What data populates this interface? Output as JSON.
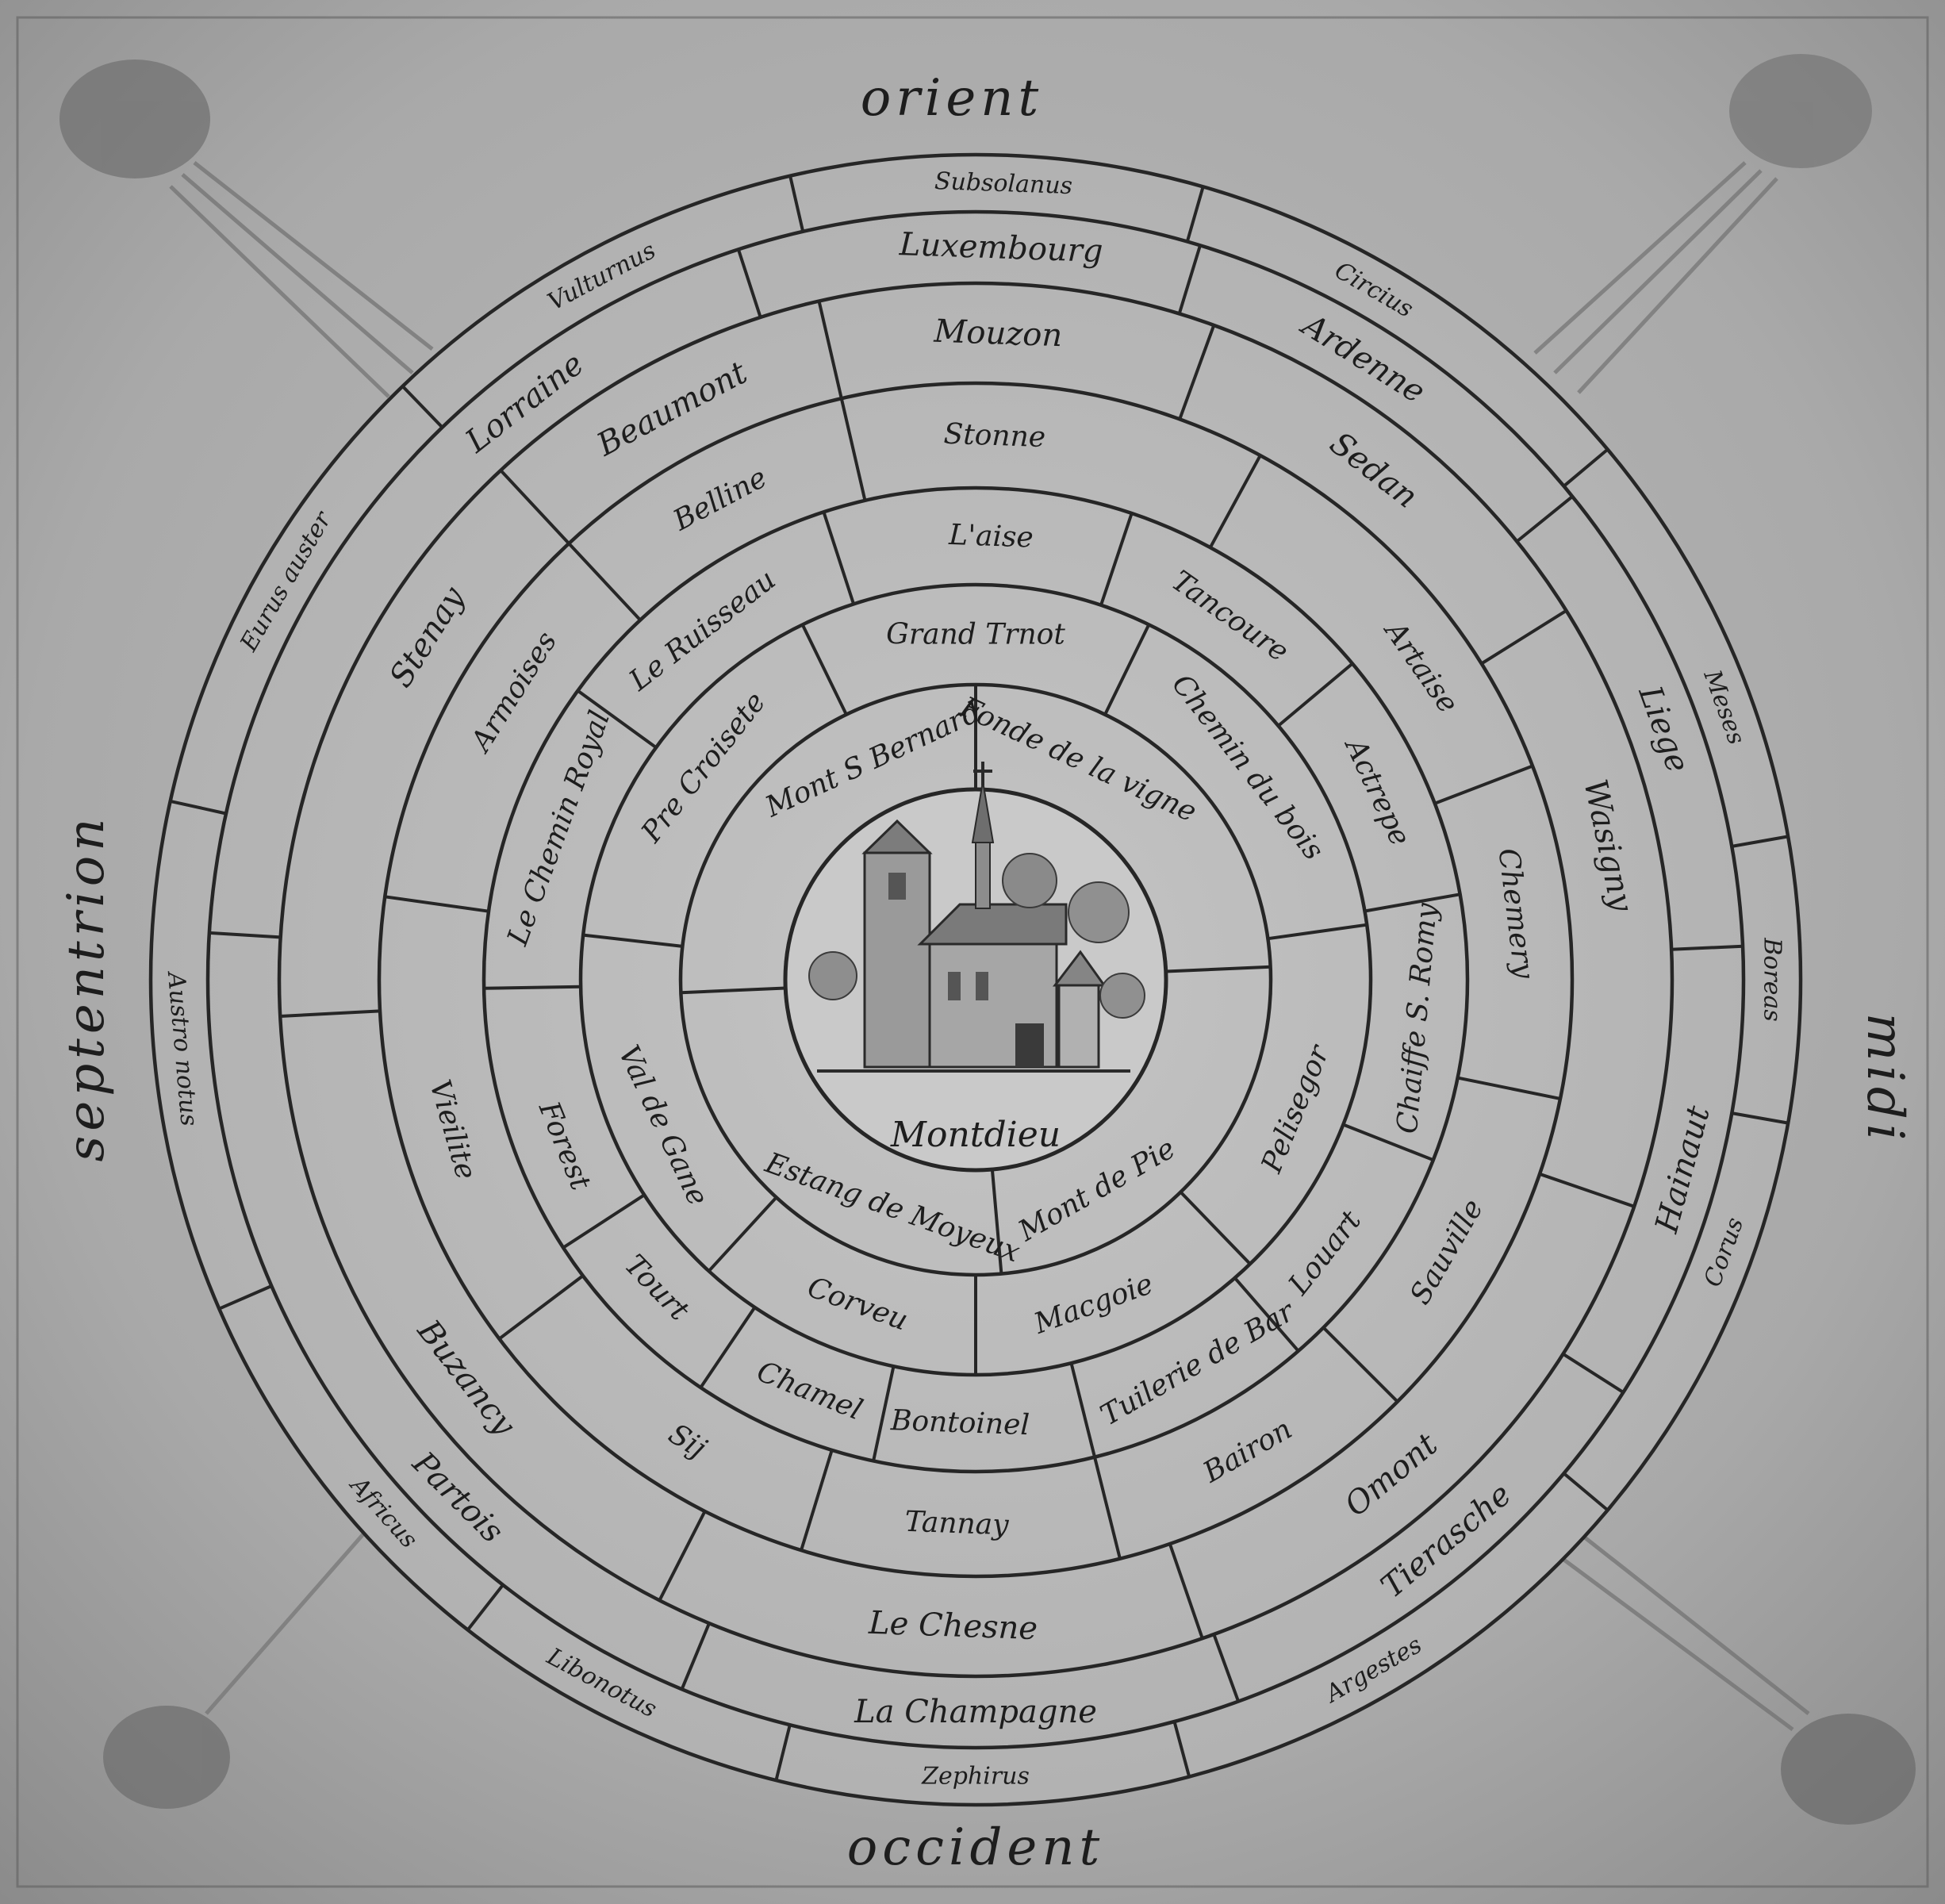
{
  "directions": {
    "north": "orient",
    "south": "occident",
    "west": "septentrion",
    "east": "midi"
  },
  "center": {
    "label": "Montdieu",
    "building": "church-icon"
  },
  "rings": [
    {
      "name": "ring-1",
      "cells": [
        {
          "text": "Fonde de la vigne",
          "ang": 65
        },
        {
          "text": "Mont S Bernard",
          "ang": 115
        },
        {
          "text": "Estang de Moyeux",
          "ang": 250
        },
        {
          "text": "Mont de Pie",
          "ang": 300
        }
      ]
    },
    {
      "name": "ring-2",
      "cells": [
        {
          "text": "Grand Trnot",
          "ang": 90
        },
        {
          "text": "Pre Croisete",
          "ang": 142
        },
        {
          "text": "Val de Gane",
          "ang": 205
        },
        {
          "text": "Corveu",
          "ang": 250
        },
        {
          "text": "Macgoie",
          "ang": 290
        },
        {
          "text": "Pelisegor",
          "ang": 338
        },
        {
          "text": "Chemin du bois",
          "ang": 38
        }
      ]
    },
    {
      "name": "ring-3",
      "cells": [
        {
          "text": "L'aise",
          "ang": 88
        },
        {
          "text": "Le Ruisseau",
          "ang": 128
        },
        {
          "text": "Le Chemin Royal",
          "ang": 160
        },
        {
          "text": "Forest",
          "ang": 202
        },
        {
          "text": "Tourt",
          "ang": 224
        },
        {
          "text": "Chamel",
          "ang": 248
        },
        {
          "text": "Bontoinel",
          "ang": 268
        },
        {
          "text": "Tuilerie de Bar",
          "ang": 300
        },
        {
          "text": "Louart",
          "ang": 322
        },
        {
          "text": "Chaiffe S. Romy",
          "ang": 355
        },
        {
          "text": "Actrepe",
          "ang": 25
        },
        {
          "text": "Tancoure",
          "ang": 55
        }
      ]
    },
    {
      "name": "ring-4",
      "cells": [
        {
          "text": "Stonne",
          "ang": 88
        },
        {
          "text": "Belline",
          "ang": 118
        },
        {
          "text": "Armoises",
          "ang": 148
        },
        {
          "text": "Vieilite",
          "ang": 196
        },
        {
          "text": "Sij",
          "ang": 238
        },
        {
          "text": "Tannay",
          "ang": 268
        },
        {
          "text": "Bairon",
          "ang": 300
        },
        {
          "text": "Sauville",
          "ang": 330
        },
        {
          "text": "Chemery",
          "ang": 7
        },
        {
          "text": "Artaise",
          "ang": 35
        }
      ]
    },
    {
      "name": "ring-5",
      "cells": [
        {
          "text": "Mouzon",
          "ang": 88
        },
        {
          "text": "Beaumont",
          "ang": 118
        },
        {
          "text": "Stenay",
          "ang": 148
        },
        {
          "text": "Buzancy",
          "ang": 218
        },
        {
          "text": "Le Chesne",
          "ang": 268
        },
        {
          "text": "Omont",
          "ang": 310
        },
        {
          "text": "Wasigny",
          "ang": 12
        },
        {
          "text": "Sedan",
          "ang": 52
        }
      ]
    },
    {
      "name": "ring-6",
      "cells": [
        {
          "text": "Luxembourg",
          "ang": 88
        },
        {
          "text": "Lorraine",
          "ang": 128
        },
        {
          "text": "Partois",
          "ang": 225
        },
        {
          "text": "La Champagne",
          "ang": 270
        },
        {
          "text": "Tierasche",
          "ang": 310
        },
        {
          "text": "Hainaut",
          "ang": 345
        },
        {
          "text": "Liege",
          "ang": 20
        },
        {
          "text": "Ardenne",
          "ang": 58
        }
      ]
    },
    {
      "name": "ring-7",
      "cells": [
        {
          "text": "Subsolanus",
          "ang": 88
        },
        {
          "text": "Vulturnus",
          "ang": 118
        },
        {
          "text": "Eurus auster",
          "ang": 150
        },
        {
          "text": "Austro notus",
          "ang": 185
        },
        {
          "text": "Africus",
          "ang": 222
        },
        {
          "text": "Libonotus",
          "ang": 242
        },
        {
          "text": "Zephirus",
          "ang": 270
        },
        {
          "text": "Argestes",
          "ang": 300
        },
        {
          "text": "Corus",
          "ang": 340
        },
        {
          "text": "Boreas",
          "ang": 0
        },
        {
          "text": "Meses",
          "ang": 20
        },
        {
          "text": "Circius",
          "ang": 60
        }
      ]
    }
  ]
}
